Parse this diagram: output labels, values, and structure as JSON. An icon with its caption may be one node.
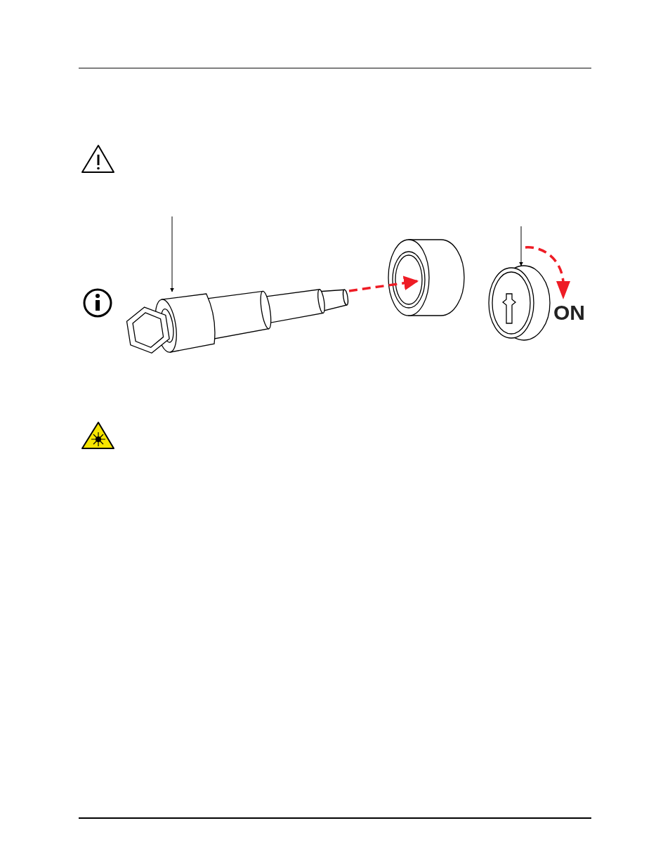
{
  "diagram": {
    "nodes": [
      {
        "text": [],
        "shape": "picture"
      },
      {
        "text": [],
        "shape": "cylinder"
      },
      {
        "text": [],
        "shape": "picture",
        "beside": [
          "ON"
        ]
      }
    ],
    "edges": [
      {
        "from": null,
        "to": 0,
        "arrow": "to"
      },
      {
        "from": 0,
        "to": 1,
        "arrow": "to",
        "style": "dashed",
        "color": "#ee1c25"
      },
      {
        "from": null,
        "to": 2,
        "arrow": "to"
      }
    ]
  }
}
